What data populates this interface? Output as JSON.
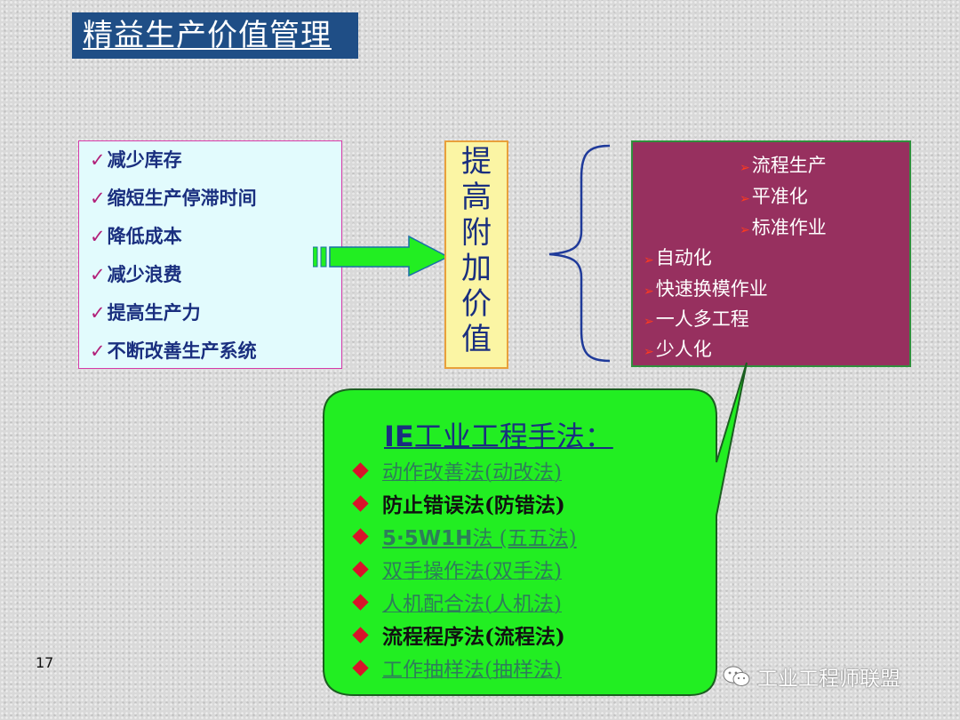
{
  "title": "精益生产价值管理",
  "left_box": {
    "check": "✓",
    "items": [
      "减少库存",
      "缩短生产停滞时间",
      "降低成本",
      "减少浪费",
      "提高生产力",
      "不断改善生产系统"
    ]
  },
  "center_box": {
    "chars": [
      "提",
      "高",
      "附",
      "加",
      "价",
      "值"
    ]
  },
  "right_box": {
    "bullet": "➢",
    "items": [
      "流程生产",
      "平准化",
      "标准作业",
      "自动化",
      "快速换模作业",
      "一人多工程",
      "少人化"
    ]
  },
  "ie": {
    "heading_prefix": "IE",
    "heading_rest": "工业工程手法：",
    "methods": [
      "动作改善法(动改法)",
      "防止错误法(防错法)",
      "5·5W1H法 (五五法)",
      "双手操作法(双手法)",
      "人机配合法(人机法)",
      "流程程序法(流程法)",
      "工作抽样法(抽样法)"
    ],
    "method3_prefix": "5·5W1H",
    "method3_rest": "法 (五五法)"
  },
  "page_number": "17",
  "watermark": "工业工程师联盟",
  "colors": {
    "title_bg": "#1f4e86",
    "left_bg": "#e2fbfd",
    "center_bg": "#fbf5a4",
    "right_bg": "#97305f",
    "bubble": "#22ee22",
    "arrow": "#22ee22",
    "diamond": "#d8142a"
  }
}
